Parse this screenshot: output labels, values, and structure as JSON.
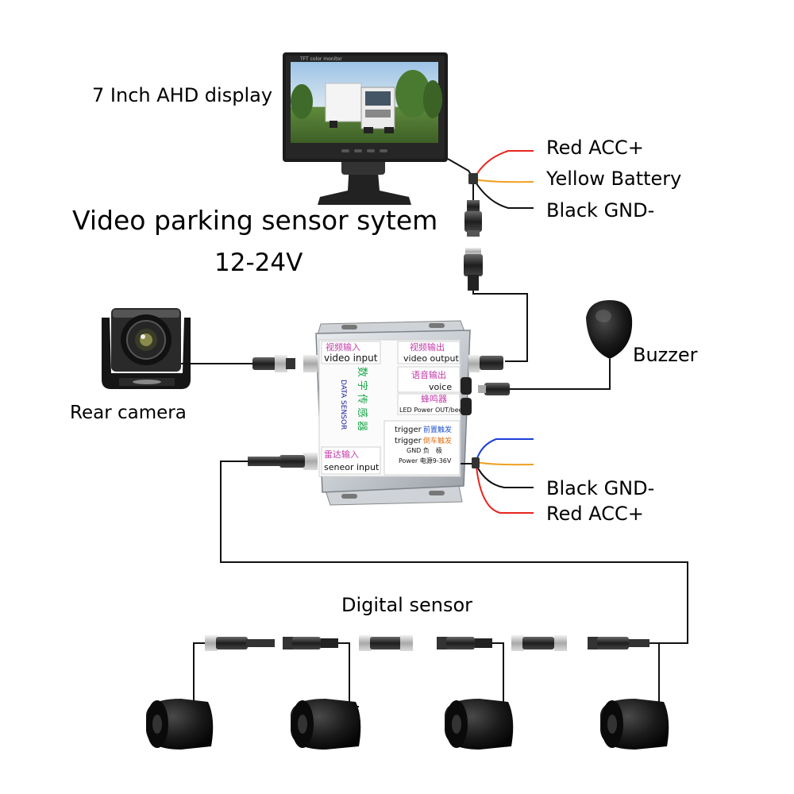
{
  "title": "Video parking sensor sytem",
  "voltage": "12-24V",
  "display": {
    "label": "7 Inch AHD display",
    "screen_caption": "TFT color monitor"
  },
  "display_wires": [
    {
      "label": "Red ACC+",
      "color": "#e8251f"
    },
    {
      "label": "Yellow Battery",
      "color": "#f0a020"
    },
    {
      "label": "Black GND-",
      "color": "#111111"
    }
  ],
  "camera": {
    "label": "Rear camera"
  },
  "buzzer": {
    "label": "Buzzer"
  },
  "control_box": {
    "vertical_cn": "数字传感器",
    "vertical_en": "DATA SENSOR",
    "ports": {
      "video_input_cn": "视频输入",
      "video_input_en": "video input",
      "video_output_cn": "视频输出",
      "video_output_en": "video output",
      "voice_cn": "语音输出",
      "voice_en": "voice",
      "beep_cn": "蜂鸣器",
      "beep_en": "LED Power OUT/beep",
      "trigger1_en": "trigger",
      "trigger1_cn": "前置触发",
      "trigger2_en": "trigger",
      "trigger2_cn": "倒车触发",
      "gnd": "GND 负　极",
      "power": "Power 电源9-36V",
      "sensor_input_cn": "雷达输入",
      "sensor_input_en": "seneor input"
    }
  },
  "box_wires": [
    {
      "label": "",
      "color": "#1a3fd8"
    },
    {
      "label": "",
      "color": "#f0a020"
    },
    {
      "label": "Black GND-",
      "color": "#111111"
    },
    {
      "label": "Red ACC+",
      "color": "#e8251f"
    }
  ],
  "sensors": {
    "label": "Digital sensor",
    "count": 4
  }
}
